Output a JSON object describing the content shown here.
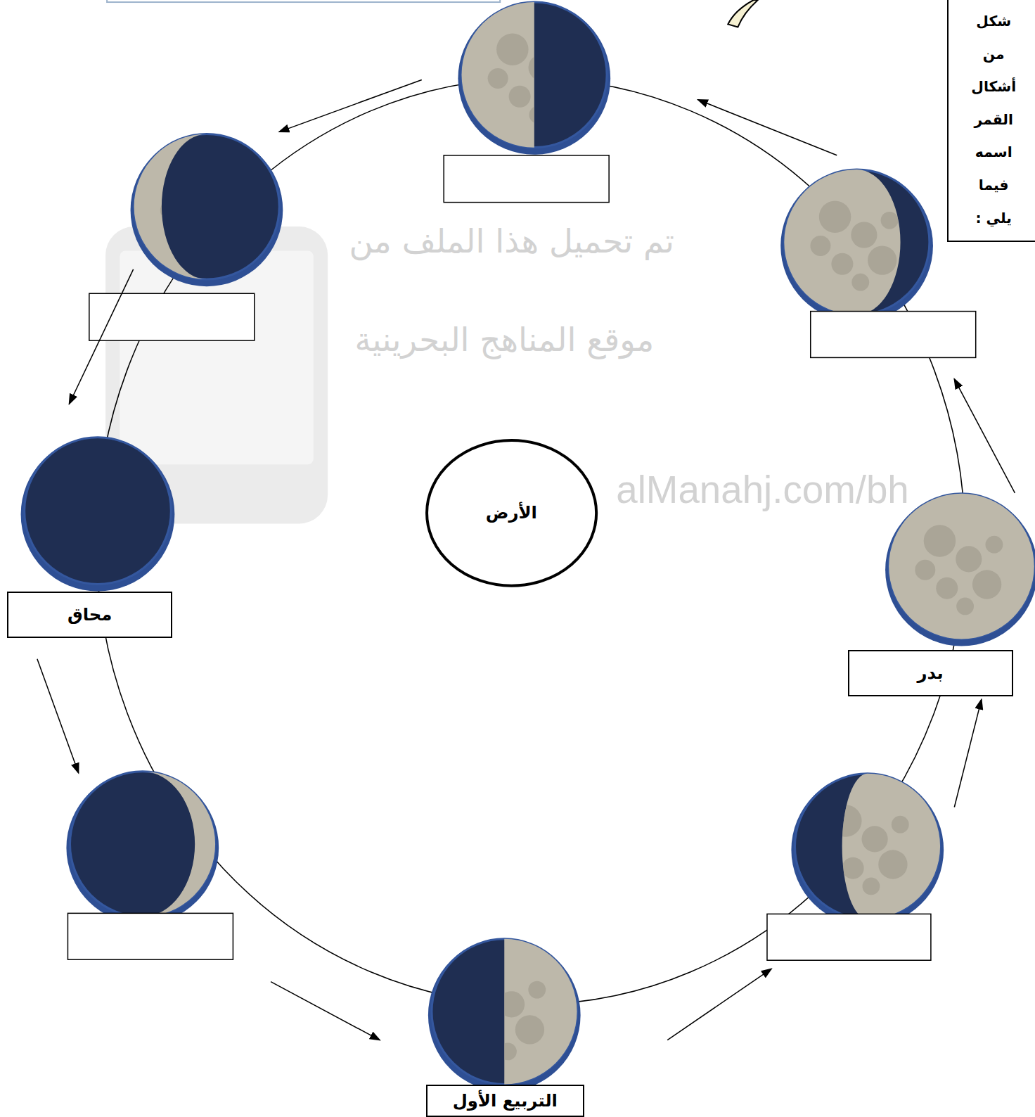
{
  "diagram": {
    "nodes": [
      {
        "text": [
          "شكل من أشكال القمر اسمه فيما يلي :"
        ]
      },
      {
        "text": [
          "الأرض"
        ]
      },
      {
        "text": [
          "محاق"
        ]
      },
      {
        "text": [
          "بدر"
        ]
      },
      {
        "text": [
          "التربيع الأول"
        ]
      }
    ],
    "labels": [
      "تم تحميل هذا الملف من",
      "موقع المناهج البحرينية",
      "alManahj.com/bh"
    ]
  }
}
